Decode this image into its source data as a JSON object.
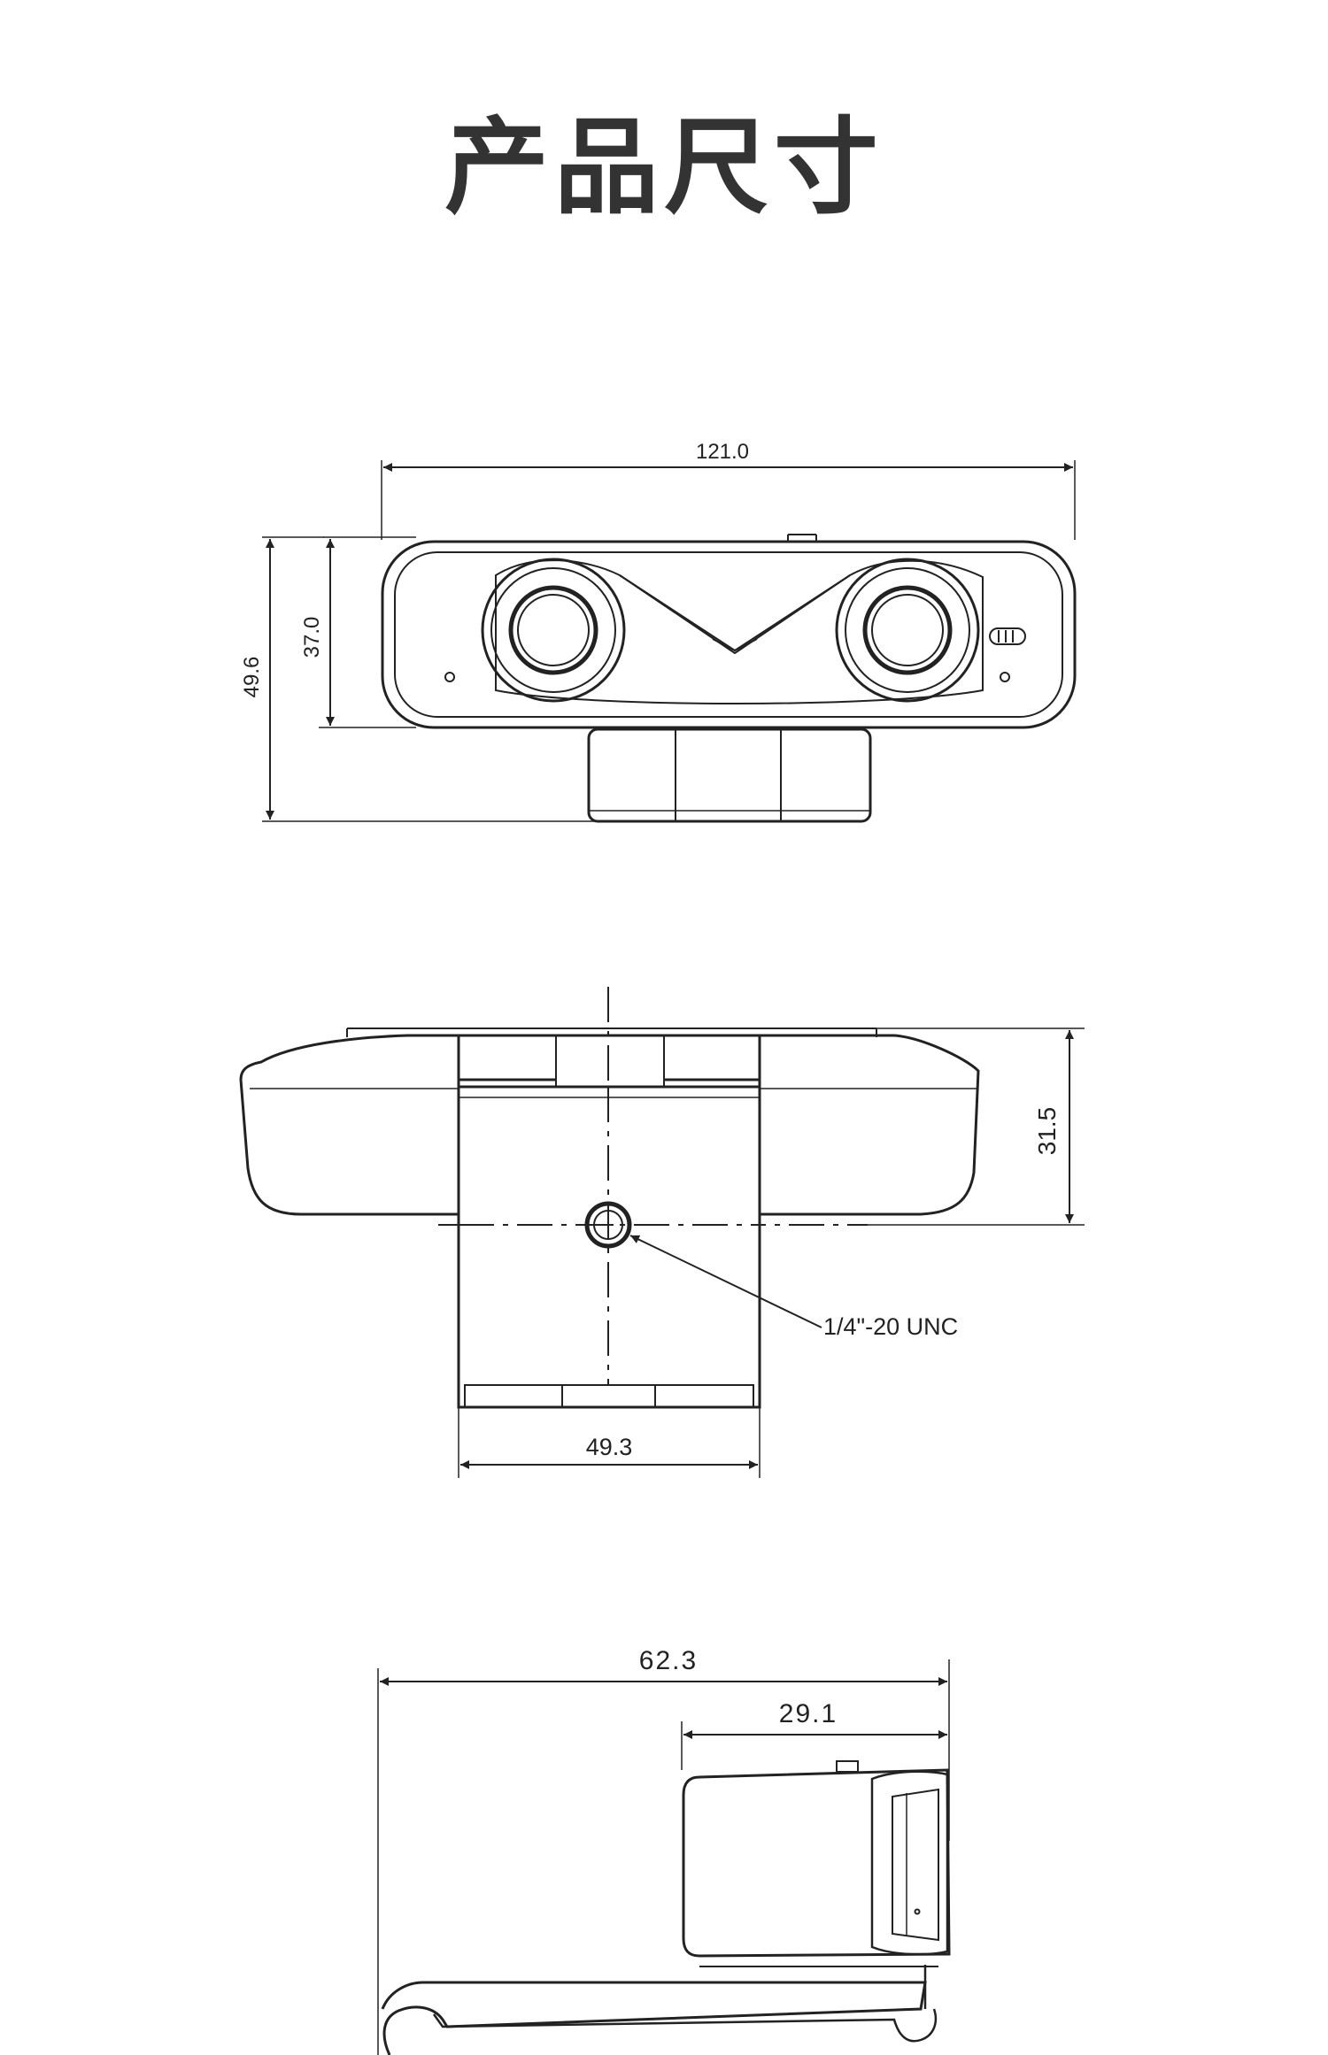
{
  "title": "产品尺寸",
  "front_view": {
    "width_label": "121.0",
    "total_height_label": "49.6",
    "body_height_label": "37.0"
  },
  "top_view": {
    "depth_label": "31.5",
    "clip_width_label": "49.3",
    "thread_label": "1/4\"-20 UNC"
  },
  "side_view": {
    "overall_depth_label": "62.3",
    "head_depth_label": "29.1"
  },
  "colors": {
    "title": "#333333",
    "line": "#222222",
    "background": "#ffffff"
  }
}
